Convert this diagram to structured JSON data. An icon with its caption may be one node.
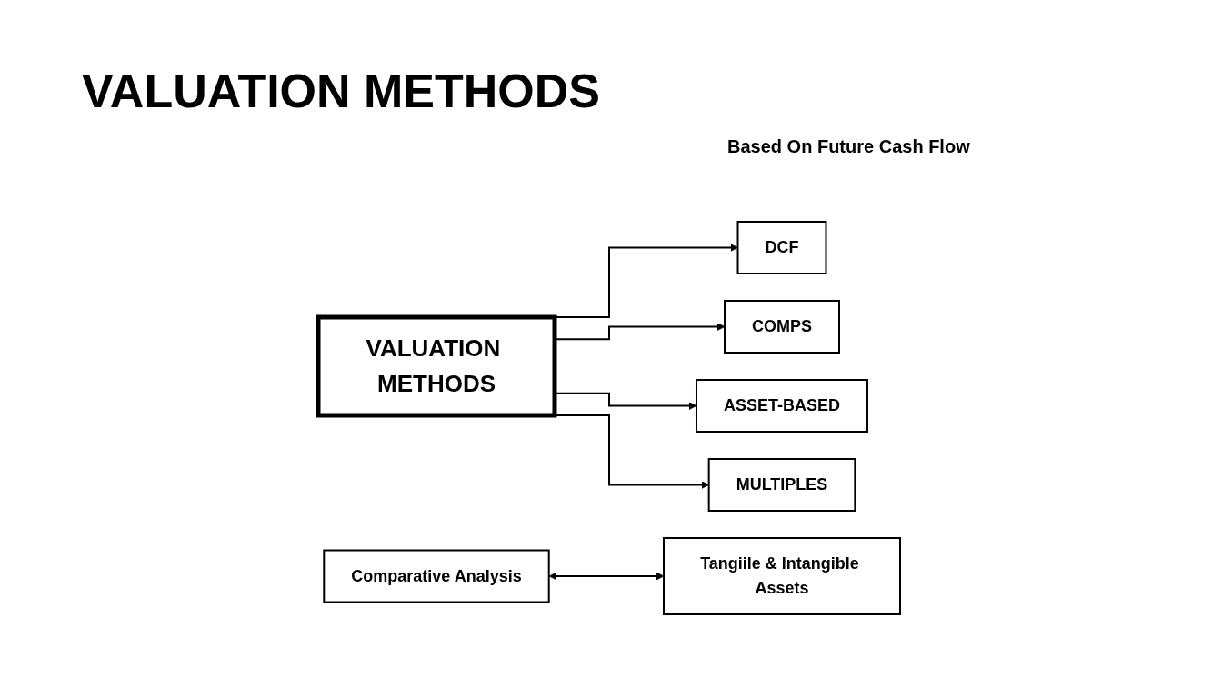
{
  "diagram": {
    "title": "VALUATION METHODS",
    "nodes": [
      {
        "text": [
          "VALUATION METHODS"
        ]
      },
      {
        "text": [
          "DCF"
        ]
      },
      {
        "text": [
          "COMPS"
        ]
      },
      {
        "text": [
          "Comparative Analysis"
        ]
      },
      {
        "text": [
          "Tangiile & Intangible Assets"
        ]
      },
      {
        "text": [
          "ASSET-BASED"
        ]
      },
      {
        "text": [
          "MULTIPLES"
        ]
      }
    ],
    "edges": [
      {
        "from": 0,
        "to": 1,
        "arrow": "to"
      },
      {
        "from": 0,
        "to": 2,
        "arrow": "to"
      },
      {
        "from": 3,
        "to": 4,
        "arrow": "both"
      },
      {
        "from": 0,
        "to": 5,
        "arrow": "to"
      },
      {
        "from": 0,
        "to": 6,
        "arrow": "to"
      }
    ],
    "labels": [
      "Based On Future Cash Flow"
    ]
  }
}
